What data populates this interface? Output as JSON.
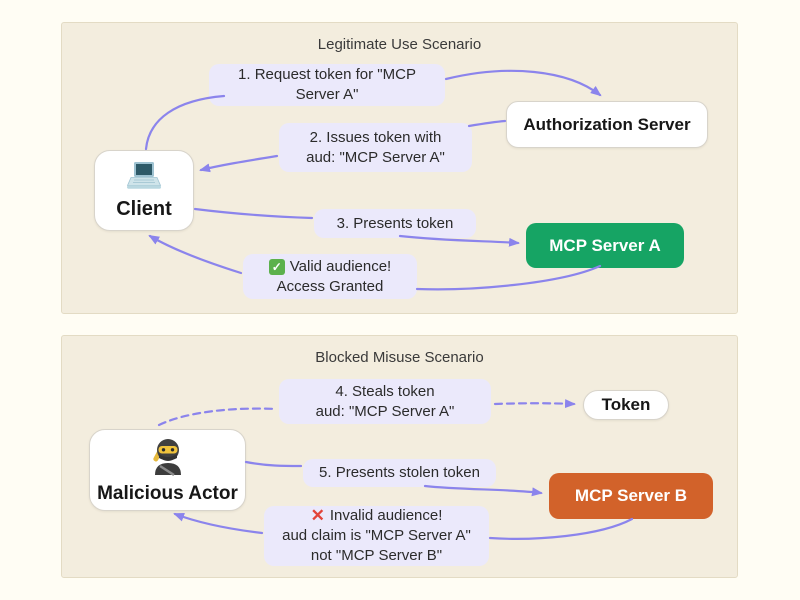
{
  "panel1": {
    "title": "Legitimate Use Scenario",
    "step1": "1. Request token for \"MCP\nServer A\"",
    "auth_server_label": "Authorization Server",
    "step2": "2. Issues token with\naud: \"MCP Server A\"",
    "client_label": "Client",
    "step3": "3. Presents token",
    "server_a_label": "MCP Server A",
    "result_line1": "Valid audience!",
    "result_line2": "Access Granted"
  },
  "panel2": {
    "title": "Blocked Misuse Scenario",
    "step4": "4. Steals token\naud: \"MCP Server A\"",
    "token_label": "Token",
    "actor_label": "Malicious Actor",
    "step5": "5. Presents stolen token",
    "server_b_label": "MCP Server B",
    "result_line1": "Invalid audience!",
    "result_line2": "aud claim is \"MCP Server A\"\nnot \"MCP Server B\""
  },
  "icons": {
    "check": "✓",
    "cross": "✕",
    "client_icon": "laptop-icon",
    "actor_icon": "ninja-icon"
  },
  "colors": {
    "arrow_purple": "#8b84ec",
    "bubble_bg": "#ebe9fb",
    "panel_bg": "#f3edde",
    "page_bg": "#fffdf4",
    "server_a_green": "#16a464",
    "server_b_orange": "#d2622a",
    "check_green": "#5cb14c",
    "cross_red": "#e2443a"
  }
}
